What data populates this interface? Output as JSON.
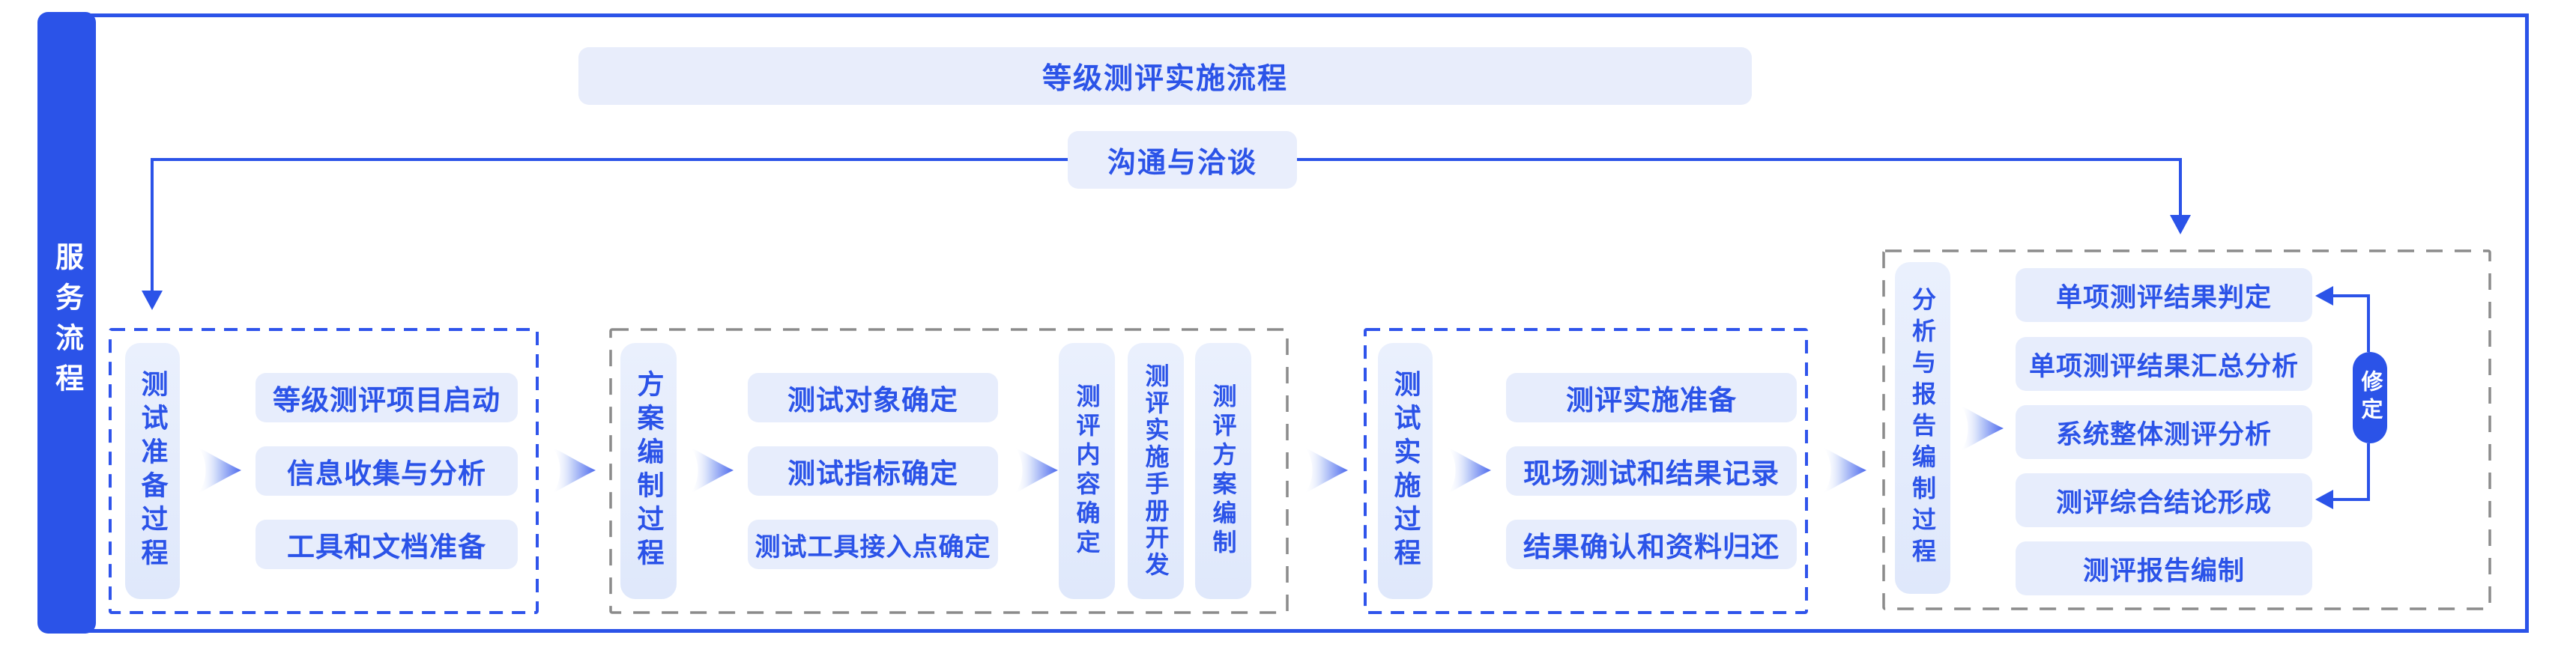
{
  "sidebar": {
    "label": "服务流程"
  },
  "banner": {
    "title": "等级测评实施流程"
  },
  "communication": {
    "label": "沟通与洽谈"
  },
  "stages": [
    {
      "label": "测试准备过程",
      "border": "blue",
      "items": [
        "等级测评项目启动",
        "信息收集与分析",
        "工具和文档准备"
      ]
    },
    {
      "label": "方案编制过程",
      "border": "gray",
      "items": [
        "测试对象确定",
        "测试指标确定",
        "测试工具接入点确定"
      ],
      "outputs": [
        "测评内容确定",
        "测评实施手册开发",
        "测评方案编制"
      ]
    },
    {
      "label": "测试实施过程",
      "border": "blue",
      "items": [
        "测评实施准备",
        "现场测试和结果记录",
        "结果确认和资料归还"
      ]
    },
    {
      "label": "分析与报告编制过程",
      "border": "gray",
      "items": [
        "单项测评结果判定",
        "单项测评结果汇总分析",
        "系统整体测评分析",
        "测评综合结论形成",
        "测评报告编制"
      ],
      "revision_label": "修定"
    }
  ],
  "colors": {
    "primary_blue": "#2B53E8",
    "dash_blue": "#2F54EB",
    "dash_gray": "#8B8B8B",
    "step_bg": "#E7EDFC",
    "banner_bg": "#E8EDFB",
    "arrow_gradient_end": "#4E6BEE"
  }
}
